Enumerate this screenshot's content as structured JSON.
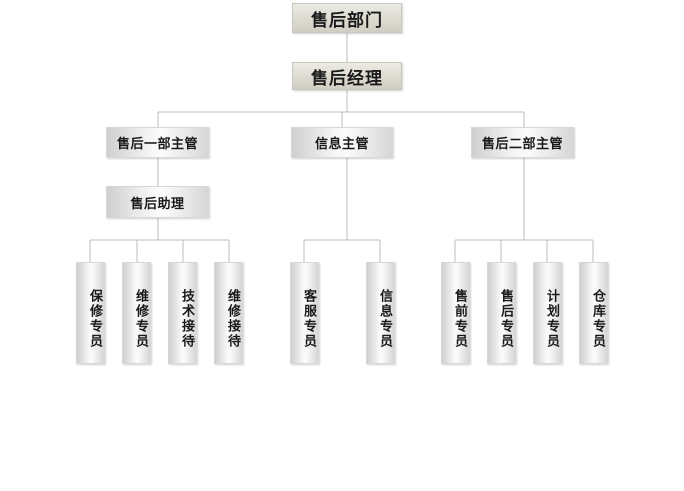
{
  "org": {
    "department": "售后部门",
    "manager": "售后经理",
    "leads": {
      "lead1": "售后一部主管",
      "info": "信息主管",
      "lead2": "售后二部主管"
    },
    "assistant": "售后助理",
    "staff": {
      "s1": "保修专员",
      "s2": "维修专员",
      "s3": "技术接待",
      "s4": "维修接待",
      "s5": "客服专员",
      "s6": "信息专员",
      "s7": "售前专员",
      "s8": "售后专员",
      "s9": "计划专员",
      "s10": "仓库专员"
    }
  }
}
